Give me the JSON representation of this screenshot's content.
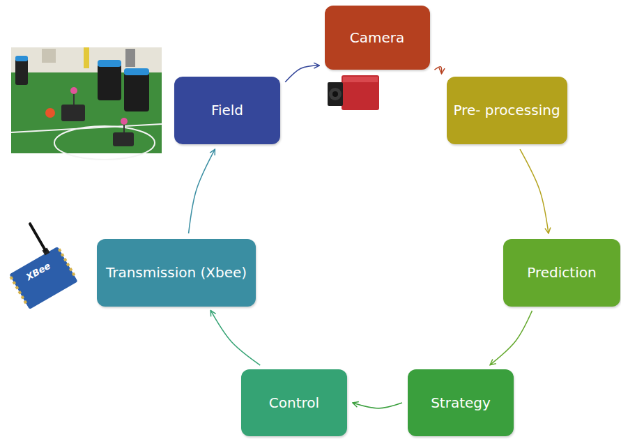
{
  "diagram": {
    "nodes": [
      {
        "text": [
          "Field"
        ]
      },
      {
        "text": [
          "Camera"
        ]
      },
      {
        "text": [
          "Pre- processing"
        ]
      },
      {
        "text": [
          "Prediction"
        ]
      },
      {
        "text": [
          "Strategy"
        ]
      },
      {
        "text": [
          "Control"
        ]
      },
      {
        "text": [
          "Transmission (Xbee)"
        ]
      }
    ],
    "edges": [
      {
        "from": 0,
        "to": 1,
        "arrow": "to"
      },
      {
        "from": 1,
        "to": 2,
        "arrow": "to"
      },
      {
        "from": 2,
        "to": 3,
        "arrow": "to"
      },
      {
        "from": 3,
        "to": 4,
        "arrow": "to"
      },
      {
        "from": 4,
        "to": 5,
        "arrow": "to"
      },
      {
        "from": 5,
        "to": 6,
        "arrow": "to"
      },
      {
        "from": 6,
        "to": 0,
        "arrow": "to"
      }
    ],
    "labels": [
      "XBee"
    ]
  }
}
